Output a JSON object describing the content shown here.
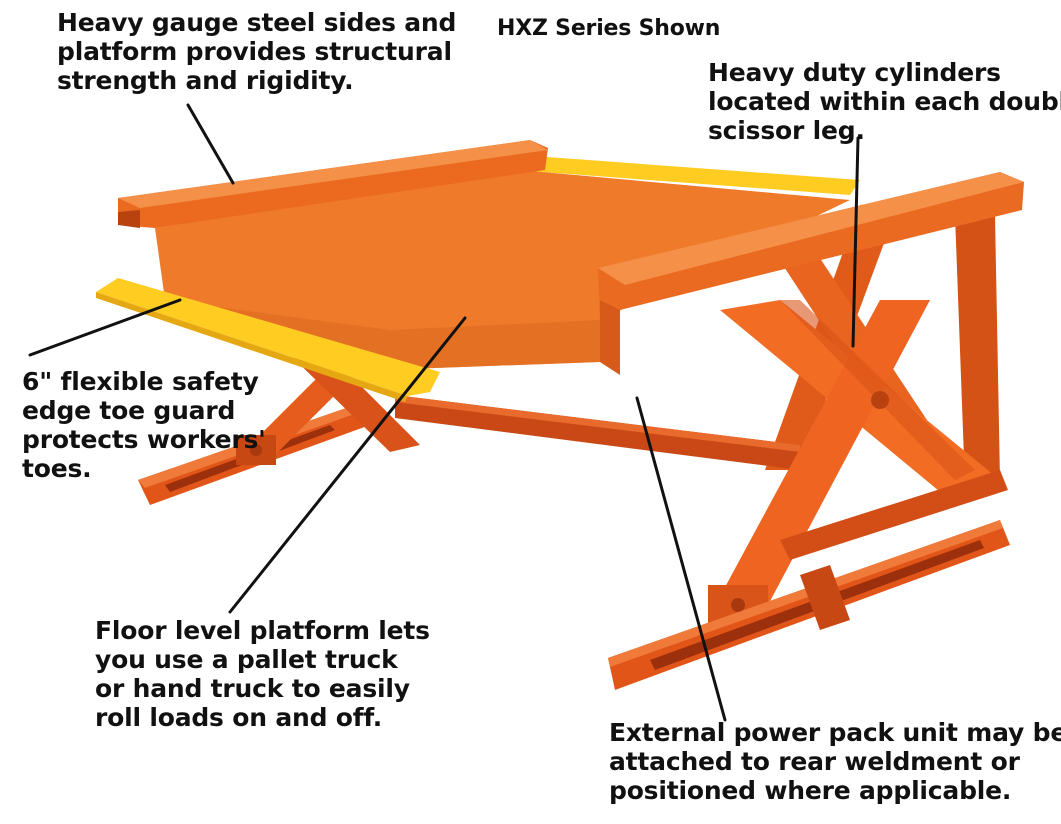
{
  "diagram": {
    "title": "HXZ Series Shown",
    "colors": {
      "platform": "#ee7a2a",
      "platform_dark": "#d8601a",
      "scissor": "#f06a22",
      "base": "#e25518",
      "toe_guard": "#ffcc22",
      "leader": "#111111"
    },
    "callouts": [
      {
        "id": "steel-sides",
        "lines": [
          "Heavy gauge steel sides and",
          "platform provides structural",
          "strength and rigidity."
        ]
      },
      {
        "id": "cylinders",
        "lines": [
          "Heavy duty cylinders",
          "located within each double",
          "scissor leg."
        ]
      },
      {
        "id": "toe-guard",
        "lines": [
          "6\" flexible safety",
          "edge toe guard",
          "protects workers'",
          "toes."
        ]
      },
      {
        "id": "floor-level",
        "lines": [
          "Floor level platform lets",
          "you use a pallet truck",
          "or hand truck to easily",
          "roll loads on and off."
        ]
      },
      {
        "id": "power-pack",
        "lines": [
          "External power pack unit may be",
          "attached to rear weldment or",
          "positioned where applicable."
        ]
      }
    ]
  }
}
